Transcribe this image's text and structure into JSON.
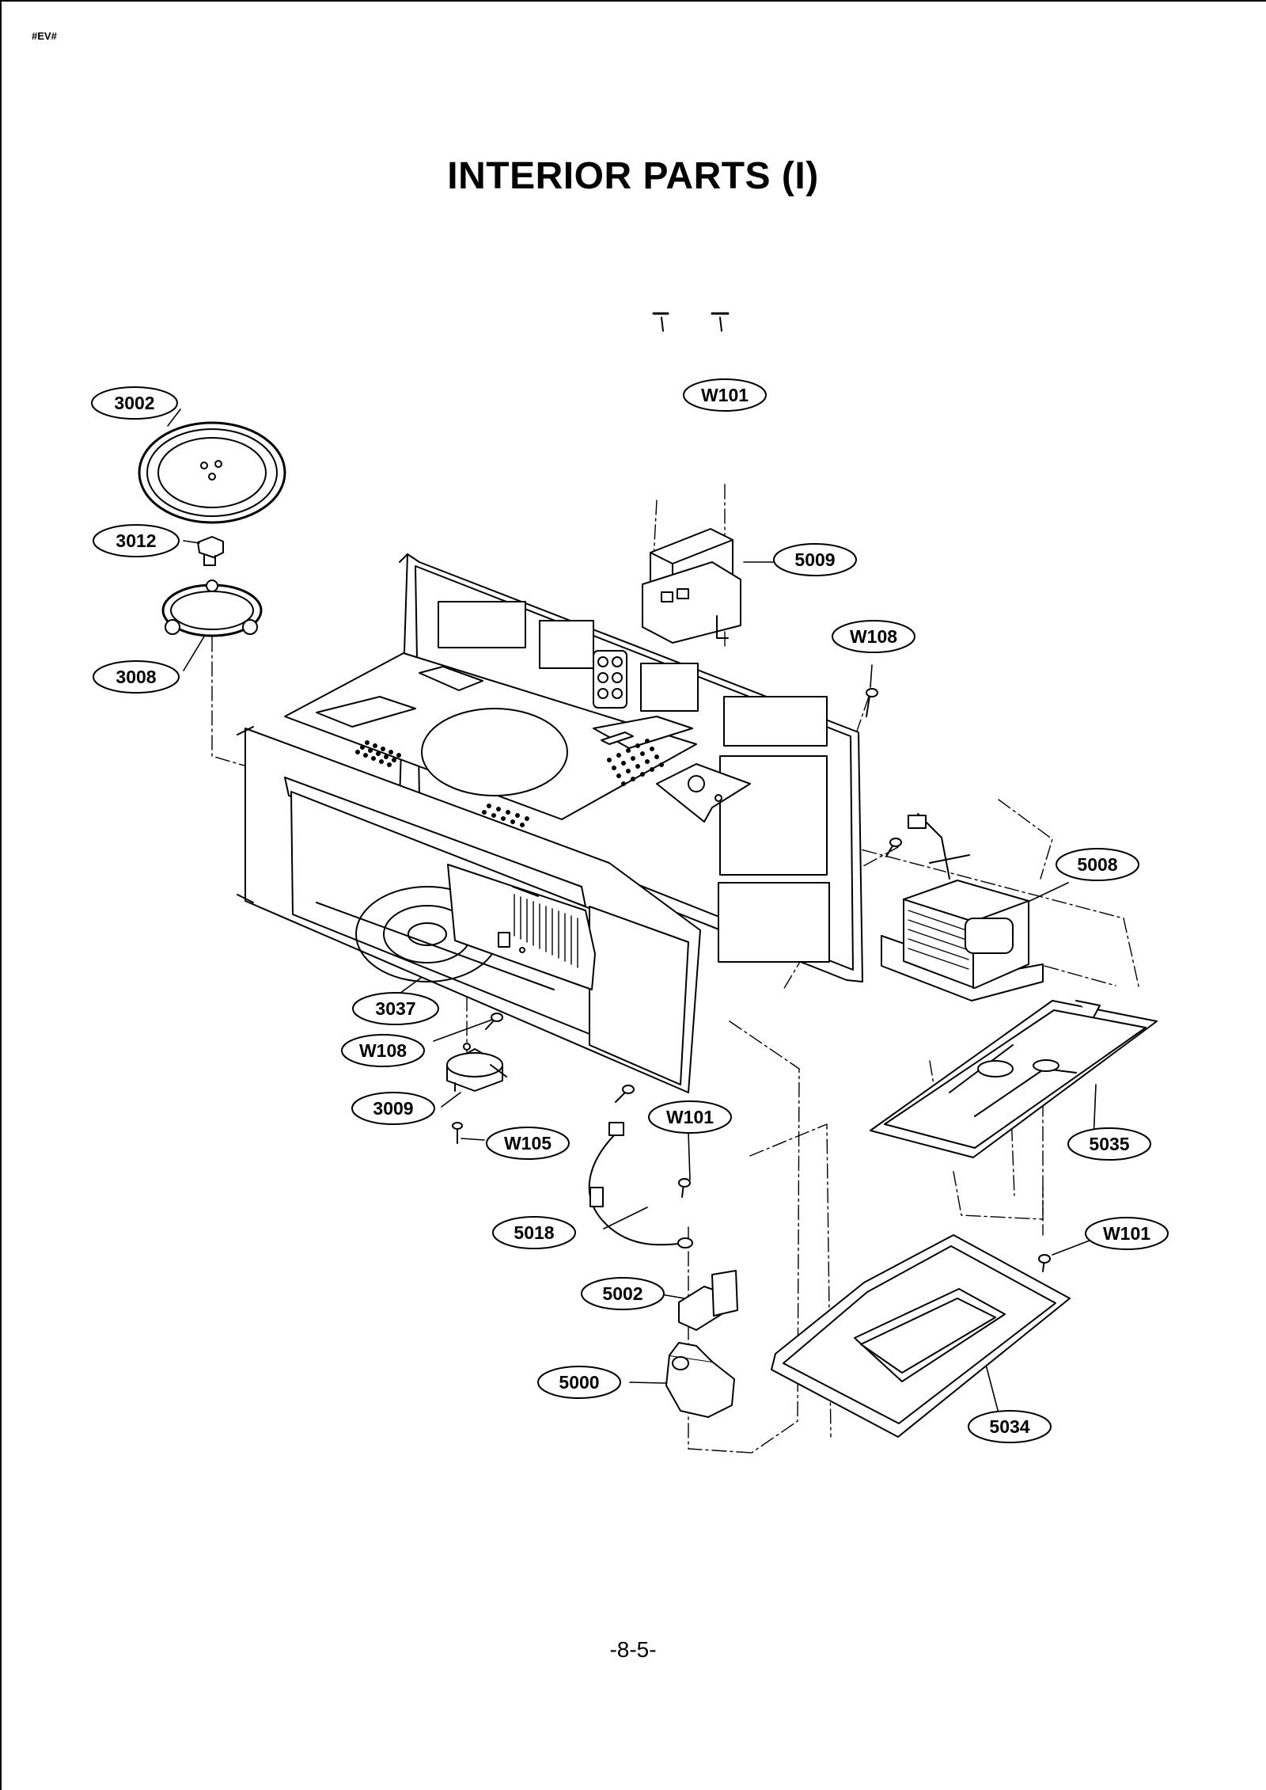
{
  "header": {
    "code": "#EV#"
  },
  "title": "INTERIOR PARTS (I)",
  "footer": {
    "page_number": "-8-5-"
  },
  "callouts": {
    "c3002": "3002",
    "c3012": "3012",
    "c3008": "3008",
    "cW101_top": "W101",
    "c5009": "5009",
    "cW108_right": "W108",
    "c5008": "5008",
    "c3037": "3037",
    "cW108_left": "W108",
    "c3009": "3009",
    "cW105": "W105",
    "cW101_mid": "W101",
    "c5018": "5018",
    "c5002": "5002",
    "c5000": "5000",
    "c5035": "5035",
    "cW101_right": "W101",
    "c5034": "5034"
  }
}
